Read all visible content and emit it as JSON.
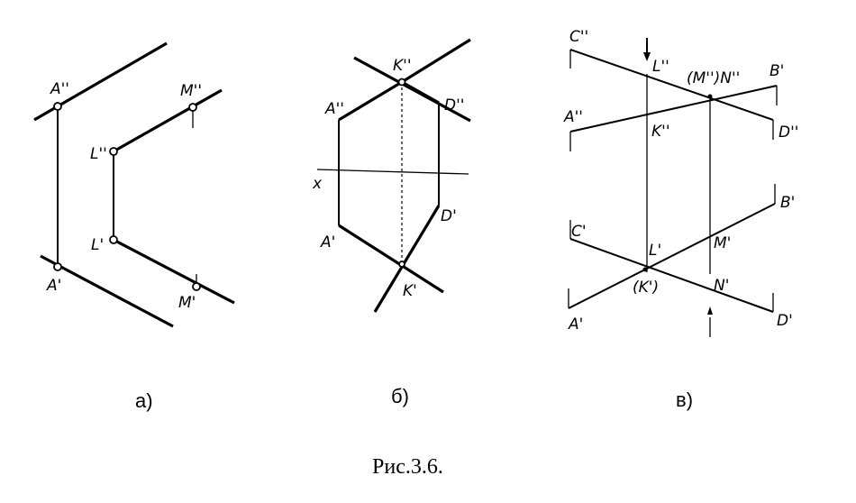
{
  "caption": "Рис.3.6.",
  "panels": {
    "a": {
      "sublabel": "а)",
      "points": {
        "A2": "A''",
        "A1": "A'",
        "L2": "L''",
        "L1": "L'",
        "M2": "M''",
        "M1": "M'"
      }
    },
    "b": {
      "sublabel": "б)",
      "axis": "x",
      "points": {
        "K2": "K''",
        "A2": "A''",
        "D2": "D''",
        "A1": "A'",
        "D1": "D'",
        "K1": "K'"
      }
    },
    "c": {
      "sublabel": "в)",
      "points": {
        "C2": "C''",
        "L2": "L''",
        "MN2": "(M'')N''",
        "B2": "B'",
        "A2": "A''",
        "K2": "K''",
        "D2": "D''",
        "C1": "C'",
        "B1": "B'",
        "L1": "L'",
        "M1": "M'",
        "K1": "(K')",
        "N1": "N'",
        "A1": "A'",
        "D1": "D'"
      }
    }
  },
  "colors": {
    "ink": "#000000",
    "paper": "#ffffff"
  }
}
